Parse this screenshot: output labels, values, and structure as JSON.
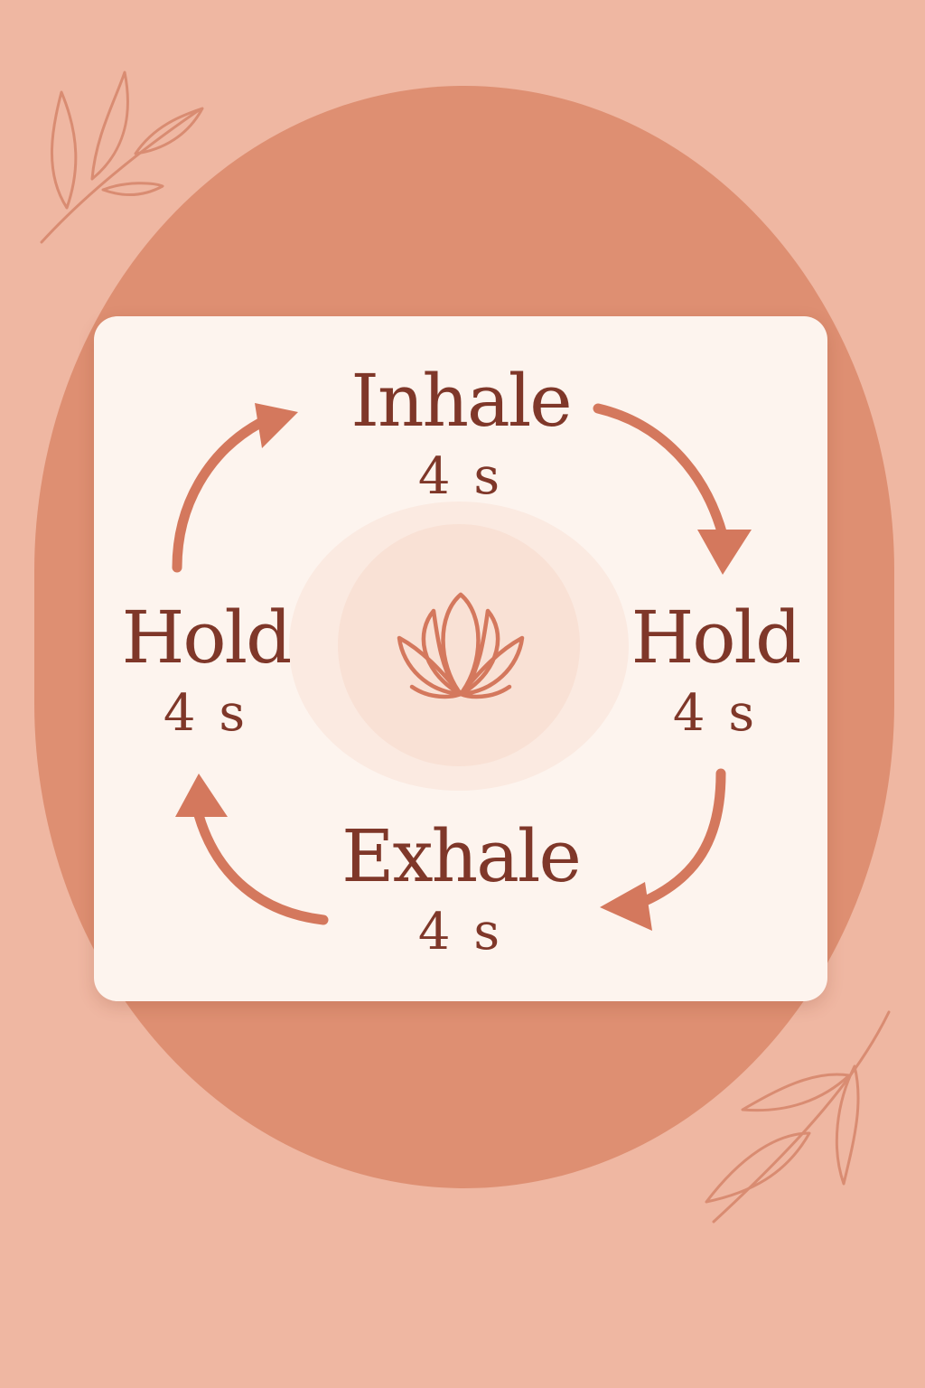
{
  "diagram": {
    "phases": {
      "top": {
        "name": "Inhale",
        "duration": "4 s"
      },
      "right": {
        "name": "Hold",
        "duration": "4 s"
      },
      "bottom": {
        "name": "Exhale",
        "duration": "4 s"
      },
      "left": {
        "name": "Hold",
        "duration": "4 s"
      }
    },
    "center_icon": "lotus-icon",
    "decorations": [
      "leaf-icon",
      "leaf-icon"
    ]
  },
  "colors": {
    "background": "#efb7a2",
    "blob": "#de8f72",
    "card": "#fdf4ee",
    "text": "#7f3729",
    "accent": "#d4785d"
  }
}
